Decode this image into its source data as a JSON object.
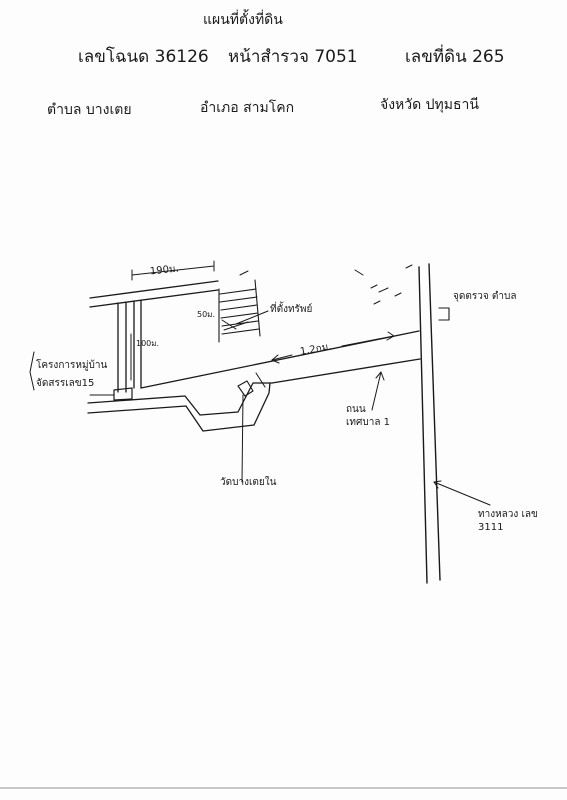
{
  "header": {
    "title": "แผนที่ตั้งที่ดิน",
    "deed_no": "เลขโฉนด 36126",
    "survey_page": "หน้าสำรวจ 7051",
    "land_no": "เลขที่ดิน 265",
    "subdistrict": "ตำบล บางเตย",
    "district": "อำเภอ สามโคก",
    "province": "จังหวัด ปทุมธานี"
  },
  "map": {
    "width_label": "190ม.",
    "depth_label": "100ม.",
    "stair_label": "50ม.",
    "distance_label": "1.2กม.",
    "property_label": "ที่ตั้งทรัพย์",
    "village_project_label": "โครงการหมู่บ้าน",
    "village_subdivision_label": "จัดสรรเลข15",
    "temple_label": "วัดบางเตยใน",
    "local_road_label": "ถนนเทศบาล 1",
    "highway_label": "ทางหลวง เลข 3111",
    "checkpoint_label": "จุดตรวจ ตำบล"
  }
}
